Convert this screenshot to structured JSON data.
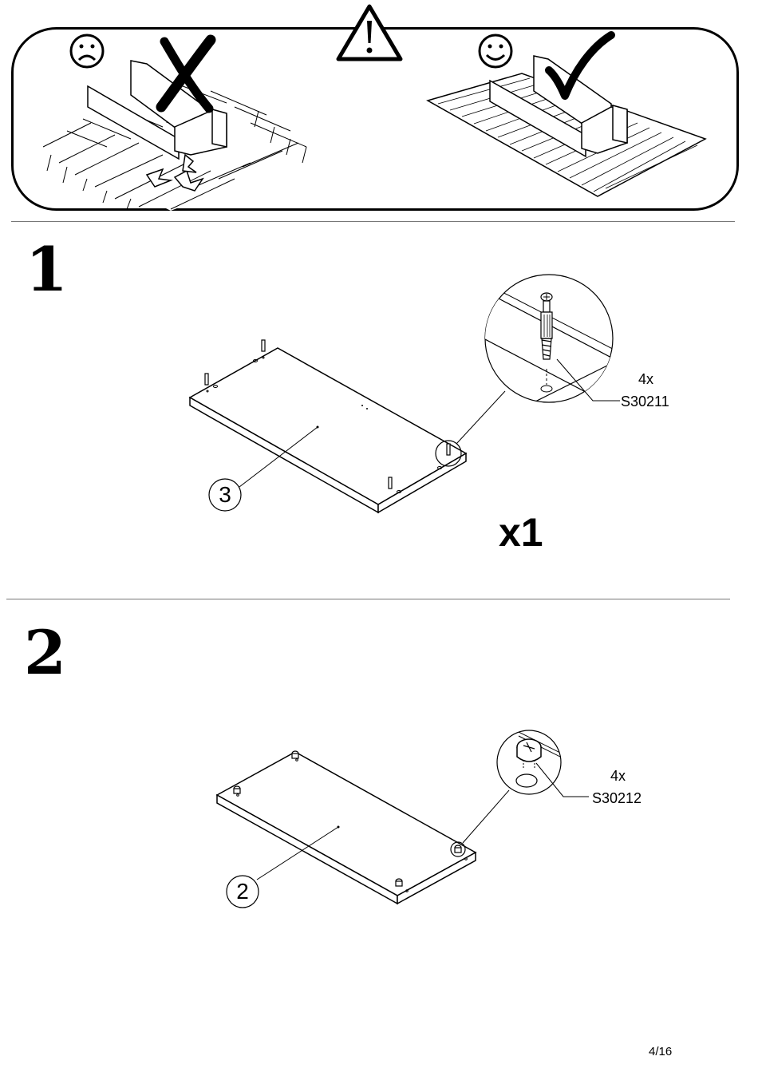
{
  "warning_banner": {
    "icons": [
      "frown-face-icon",
      "cross-mark-icon",
      "warning-triangle-icon",
      "smile-face-icon",
      "check-mark-icon"
    ]
  },
  "steps": [
    {
      "number": "1",
      "quantity": "x1",
      "part_label": "3",
      "hardware": {
        "count": "4x",
        "code": "S30211",
        "icon": "cam-bolt-icon"
      }
    },
    {
      "number": "2",
      "part_label": "2",
      "hardware": {
        "count": "4x",
        "code": "S30212",
        "icon": "cam-lock-icon"
      }
    }
  ],
  "footer": {
    "page": "4/16"
  }
}
